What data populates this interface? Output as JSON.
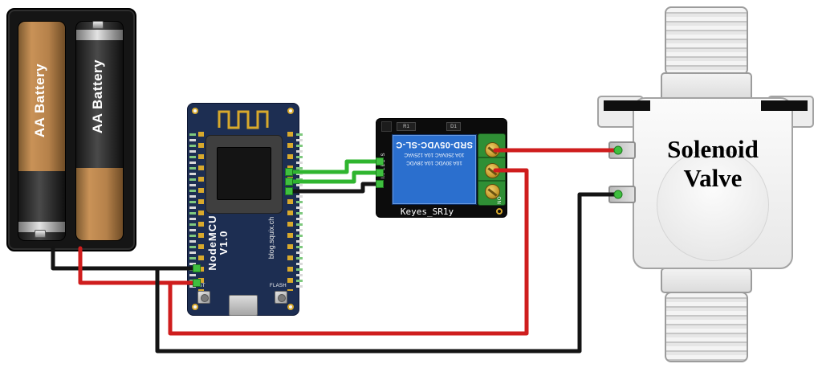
{
  "colors": {
    "wire_red": "#cf1d1d",
    "wire_black": "#141414",
    "wire_green": "#2fb52f",
    "pin_highlight_green": "#3fbf3f",
    "nodemcu_pcb_blue": "#1d2e52",
    "relay_pcb_black": "#0c0c0c",
    "relay_blue": "#2b6fce",
    "terminal_green": "#2f8f35",
    "battery_tan": "#b5814a",
    "holder_black": "#151515",
    "gold": "#d8a92c",
    "valve_gray": "#ededed"
  },
  "battery_holder": {
    "left_battery_label": "AA Battery",
    "right_battery_label": "AA Battery"
  },
  "nodemcu": {
    "name_line1": "NodeMCU",
    "name_line2": "V1.0",
    "vendor": "blog.squix.ch",
    "rst_button_label": "RST",
    "flash_button_label": "FLASH"
  },
  "relay": {
    "model": "SRD-05VDC-SL-C",
    "rating_line1": "10A 250VAC 10A 125VAC",
    "rating_line2": "10A 30VDC 10A 28VDC",
    "board_label": "Keyes_SR1y",
    "side_label": "IN LED S",
    "no_label": "NO",
    "r1_label": "R1",
    "d1_label": "D1"
  },
  "valve": {
    "label_line1": "Solenoid",
    "label_line2": "Valve"
  }
}
